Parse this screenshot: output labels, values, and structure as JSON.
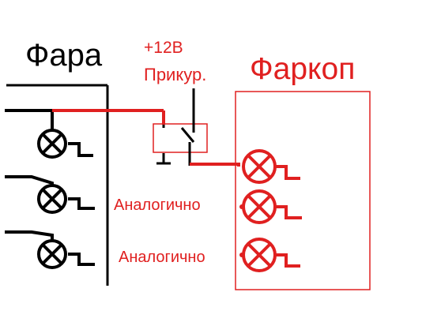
{
  "labels": {
    "headlight": "Фара",
    "supply_line1": "+12В",
    "supply_line2": "Прикур.",
    "towbar": "Фаркоп",
    "analog_1": "Аналогично",
    "analog_2": "Аналогично"
  },
  "colors": {
    "black": "#000000",
    "red": "#e02020",
    "text_red": "#e02020",
    "box_outline": "#e02020",
    "relay_outline": "#e02020"
  },
  "components": {
    "headlight_lamps": 3,
    "towbar_lamps": 3,
    "relay": "relay-switch",
    "lamp_icon": "lamp-circle-x-icon",
    "ground_icon": "ground-symbol-icon"
  }
}
